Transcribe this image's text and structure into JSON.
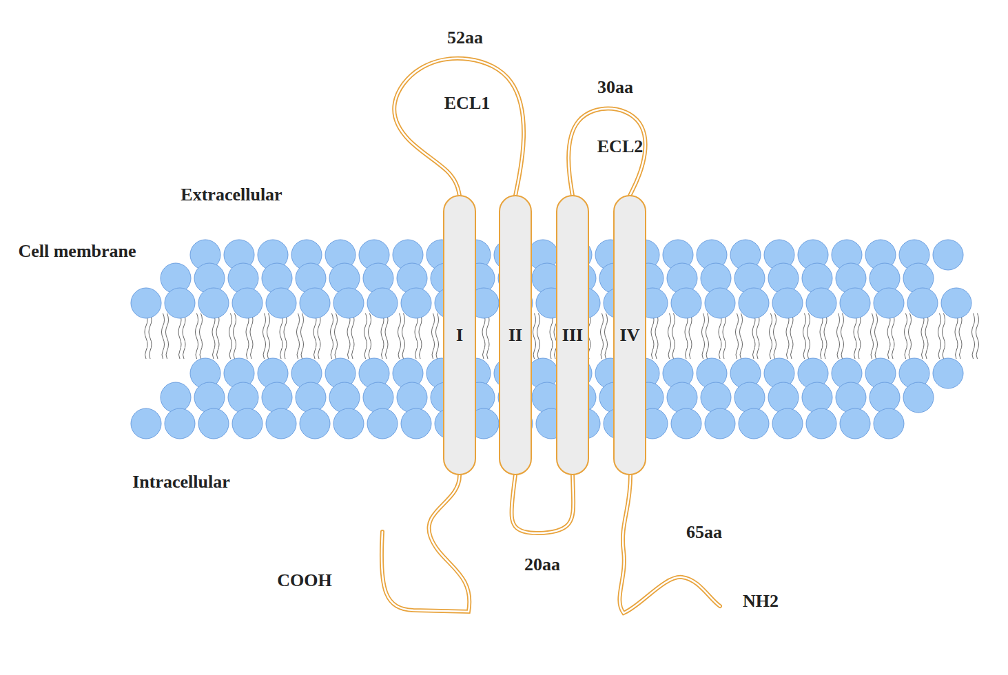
{
  "diagram": {
    "nodes": [
      {
        "text": [
          "I"
        ]
      },
      {
        "text": [
          "II"
        ]
      },
      {
        "text": [
          "III"
        ]
      },
      {
        "text": [
          "IV"
        ]
      }
    ],
    "edges": [
      {
        "from": 0,
        "to": 1,
        "arrow": "none"
      },
      {
        "from": 1,
        "to": 2,
        "arrow": "none"
      },
      {
        "from": 2,
        "to": 3,
        "arrow": "none"
      }
    ],
    "labels": [
      "52aa",
      "30aa",
      "ECL1",
      "ECL2",
      "Extracellular",
      "Cell membrane",
      "Intracellular",
      "20aa",
      "65aa",
      "COOH",
      "NH2"
    ]
  }
}
